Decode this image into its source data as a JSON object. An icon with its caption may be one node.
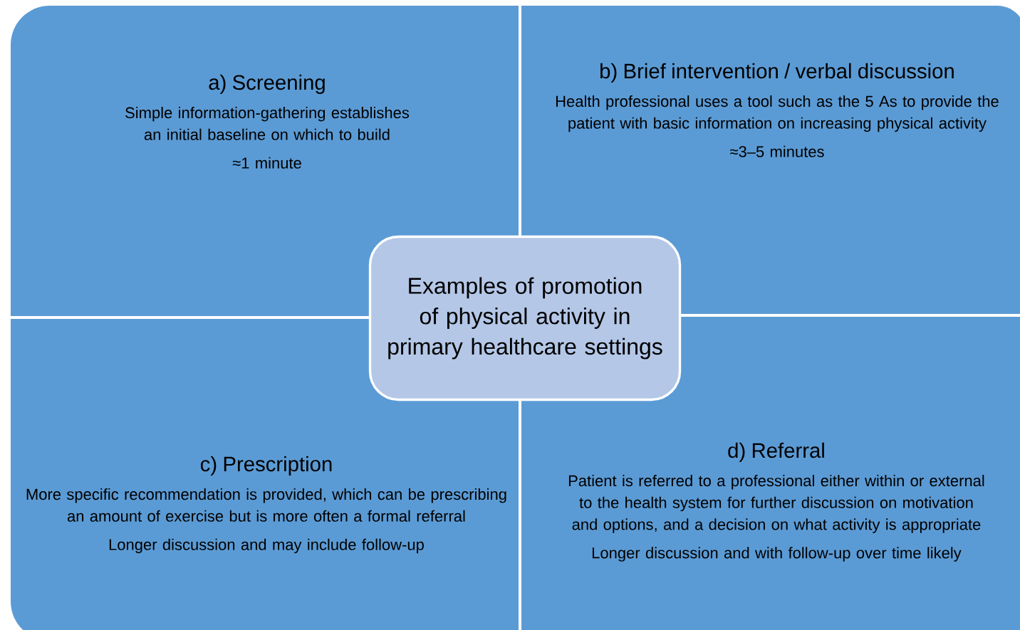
{
  "diagram": {
    "nodes": [
      {
        "text": [
          "a) Screening",
          "Simple information-gathering establishes an initial baseline on which to build",
          "≈1 minute"
        ]
      },
      {
        "text": [
          "b) Brief intervention / verbal discussion",
          "Health professional uses a tool such as the 5 As to provide the patient with basic information on increasing physical activity",
          "≈3–5 minutes"
        ]
      },
      {
        "text": [
          "Examples of promotion of physical activity in primary healthcare settings"
        ]
      },
      {
        "text": [
          "c) Prescription",
          "More specific recommendation is provided, which can be prescribing an amount of exercise but is more often a formal referral",
          "Longer discussion and may include follow-up"
        ]
      },
      {
        "text": [
          "d) Referral",
          "Patient is referred to a professional either within or external to the health system for further discussion on motivation and options, and a decision on what activity is appropriate",
          "Longer discussion and with follow-up over time likely"
        ]
      }
    ]
  }
}
